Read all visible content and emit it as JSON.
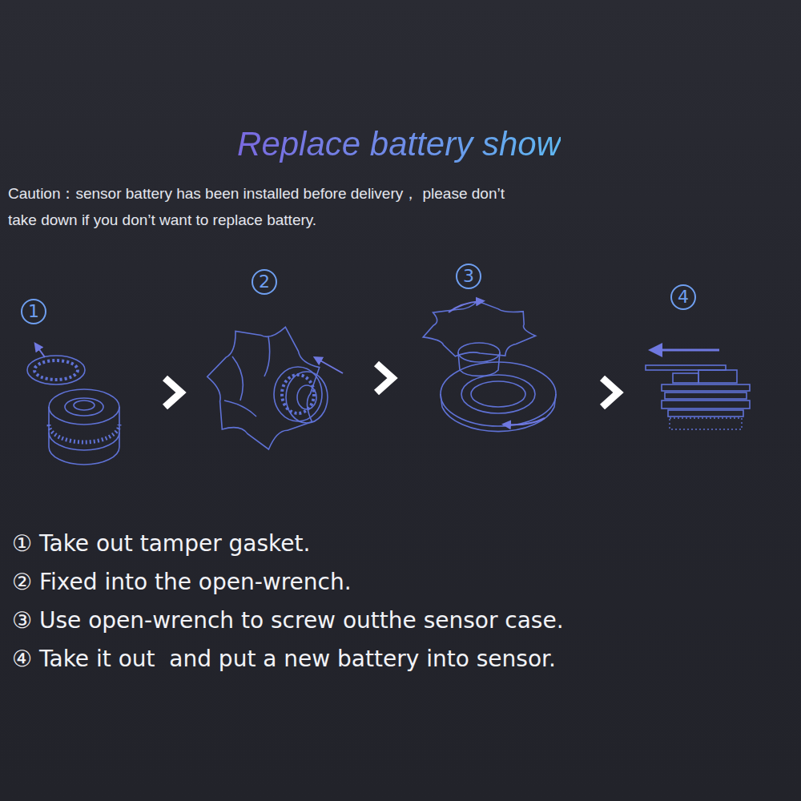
{
  "diagram": {
    "title": "Replace battery show",
    "labels": [
      "Caution：sensor battery has been installed before delivery， please don’t take down if you don’t want to replace battery.",
      "1",
      "2",
      "3",
      "4",
      "① Take out tamper gasket.",
      "② Fixed into the open-wrench.",
      "③ Use open-wrench to screw outthe sensor case.",
      "④ Take it out  and put a new battery into sensor."
    ]
  }
}
